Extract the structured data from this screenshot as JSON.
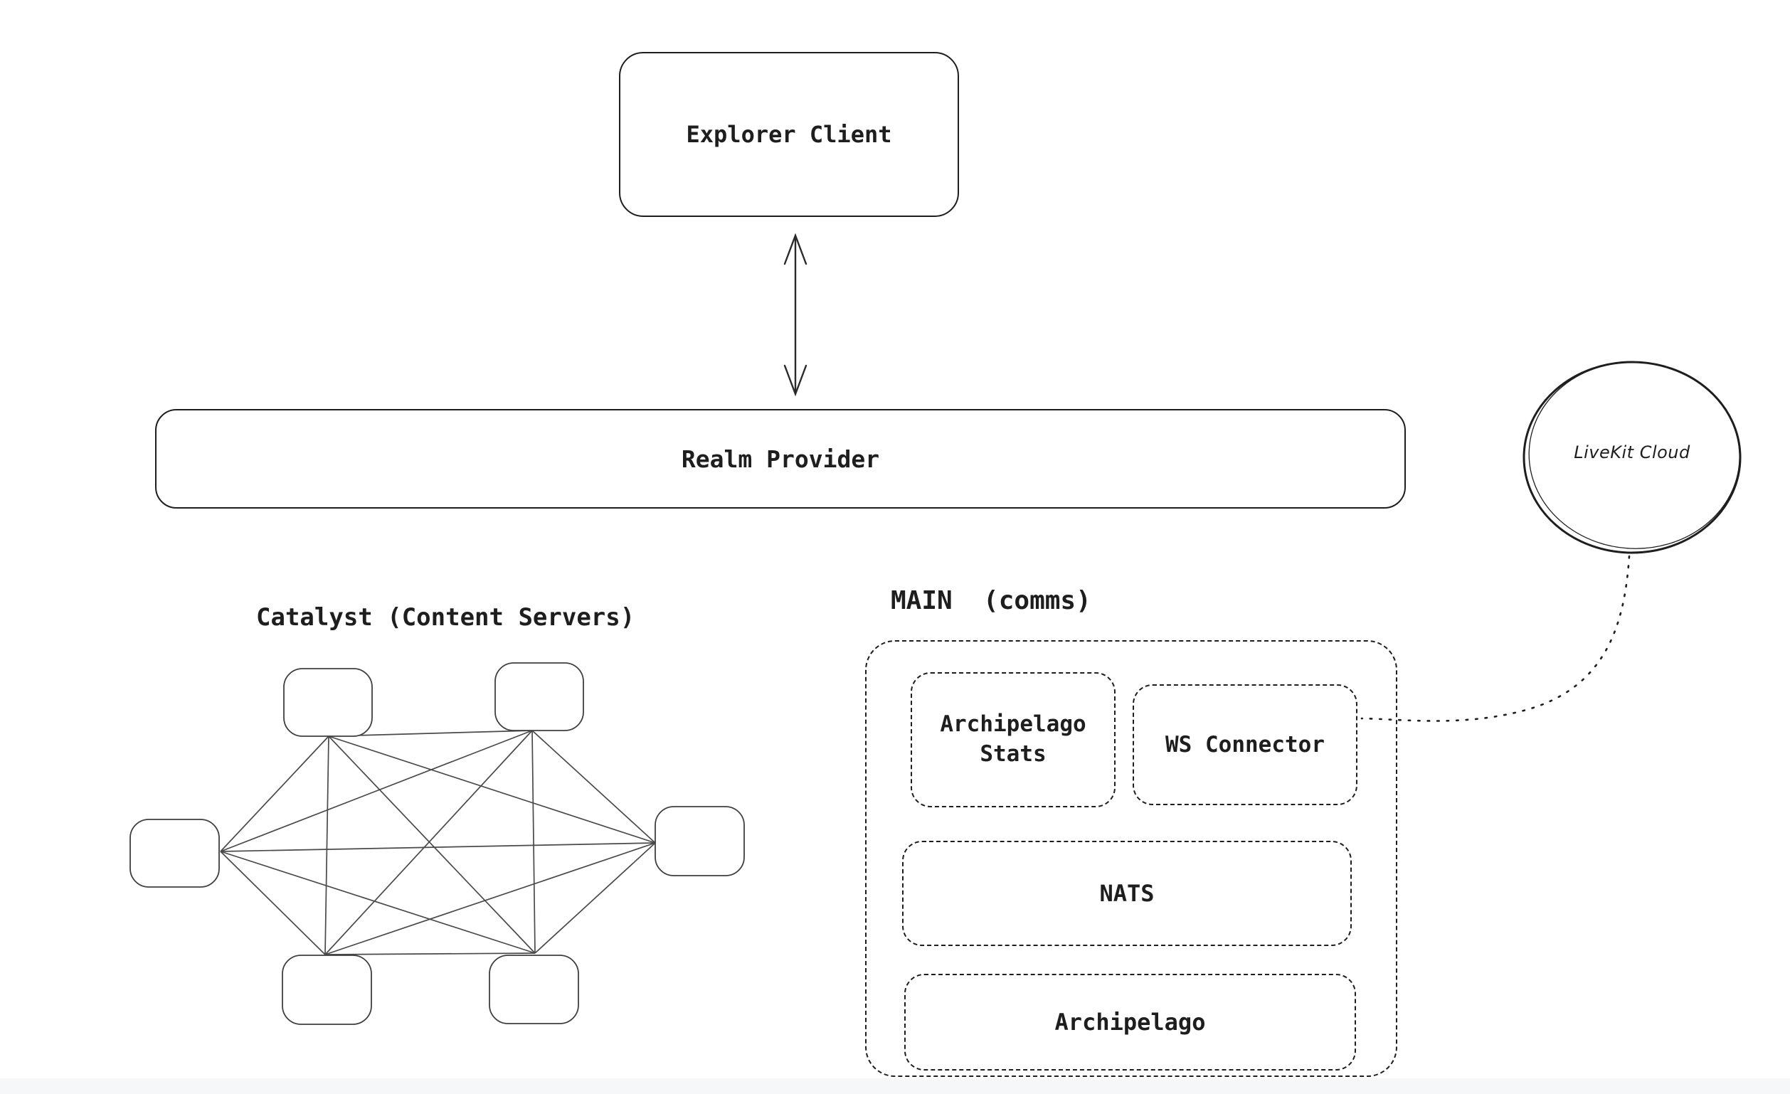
{
  "diagram": {
    "colors": {
      "background": "#ffffff",
      "ink": "#1e1e1e",
      "mesh_line": "#4a4a4a",
      "footer_strip": "#f5f7f8"
    },
    "titles": {
      "catalyst": "Catalyst (Content Servers)",
      "main": "MAIN  (comms)"
    },
    "nodes": {
      "explorer_client": {
        "label": "Explorer Client"
      },
      "realm_provider": {
        "label": "Realm Provider"
      },
      "livekit_cloud": {
        "label": "LiveKit Cloud"
      },
      "archipelago_stats": {
        "label": "Archipelago Stats"
      },
      "ws_connector": {
        "label": "WS Connector"
      },
      "nats": {
        "label": "NATS"
      },
      "archipelago": {
        "label": "Archipelago"
      }
    },
    "catalyst_cluster": {
      "node_count": 6,
      "topology": "full-mesh",
      "node_labels": [
        "",
        "",
        "",
        "",
        "",
        ""
      ]
    },
    "connections": [
      {
        "from": "explorer_client",
        "to": "realm_provider",
        "style": "solid-double-arrow"
      },
      {
        "from": "livekit_cloud",
        "to": "ws_connector",
        "style": "dotted-curve"
      }
    ]
  }
}
